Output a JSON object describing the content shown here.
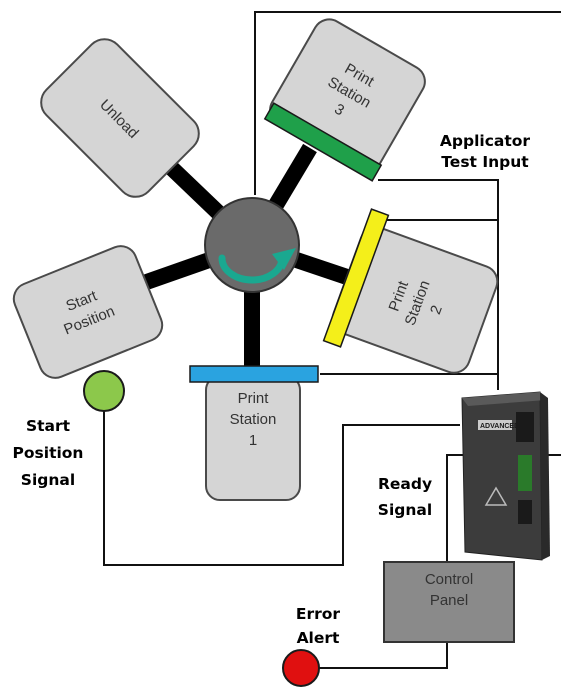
{
  "stations": {
    "unload": [
      "Unload"
    ],
    "print3": [
      "Print",
      "Station",
      "3"
    ],
    "print2": [
      "Print",
      "Station",
      "2"
    ],
    "print1": [
      "Print",
      "Station",
      "1"
    ],
    "start": [
      "Start",
      "Position"
    ]
  },
  "labels": {
    "applicator": [
      "Applicator",
      "Test Input"
    ],
    "start_signal": [
      "Start",
      "Position",
      "Signal"
    ],
    "ready_signal": [
      "Ready",
      "Signal"
    ],
    "error_alert": [
      "Error",
      "Alert"
    ]
  },
  "control_panel": [
    "Control",
    "Panel"
  ],
  "drive": {
    "brand": "ADVANCED"
  },
  "colors": {
    "applicator_bar_green": "#1fa04a",
    "applicator_bar_yellow": "#f4ef1a",
    "applicator_bar_blue": "#2aa3e0",
    "start_indicator": "#8cc84b",
    "error_indicator": "#e01010",
    "rotation_arrow": "#1aa890",
    "hub": "#6a6a6a",
    "station_fill": "#d5d5d5",
    "control_panel_fill": "#8a8a8a"
  }
}
